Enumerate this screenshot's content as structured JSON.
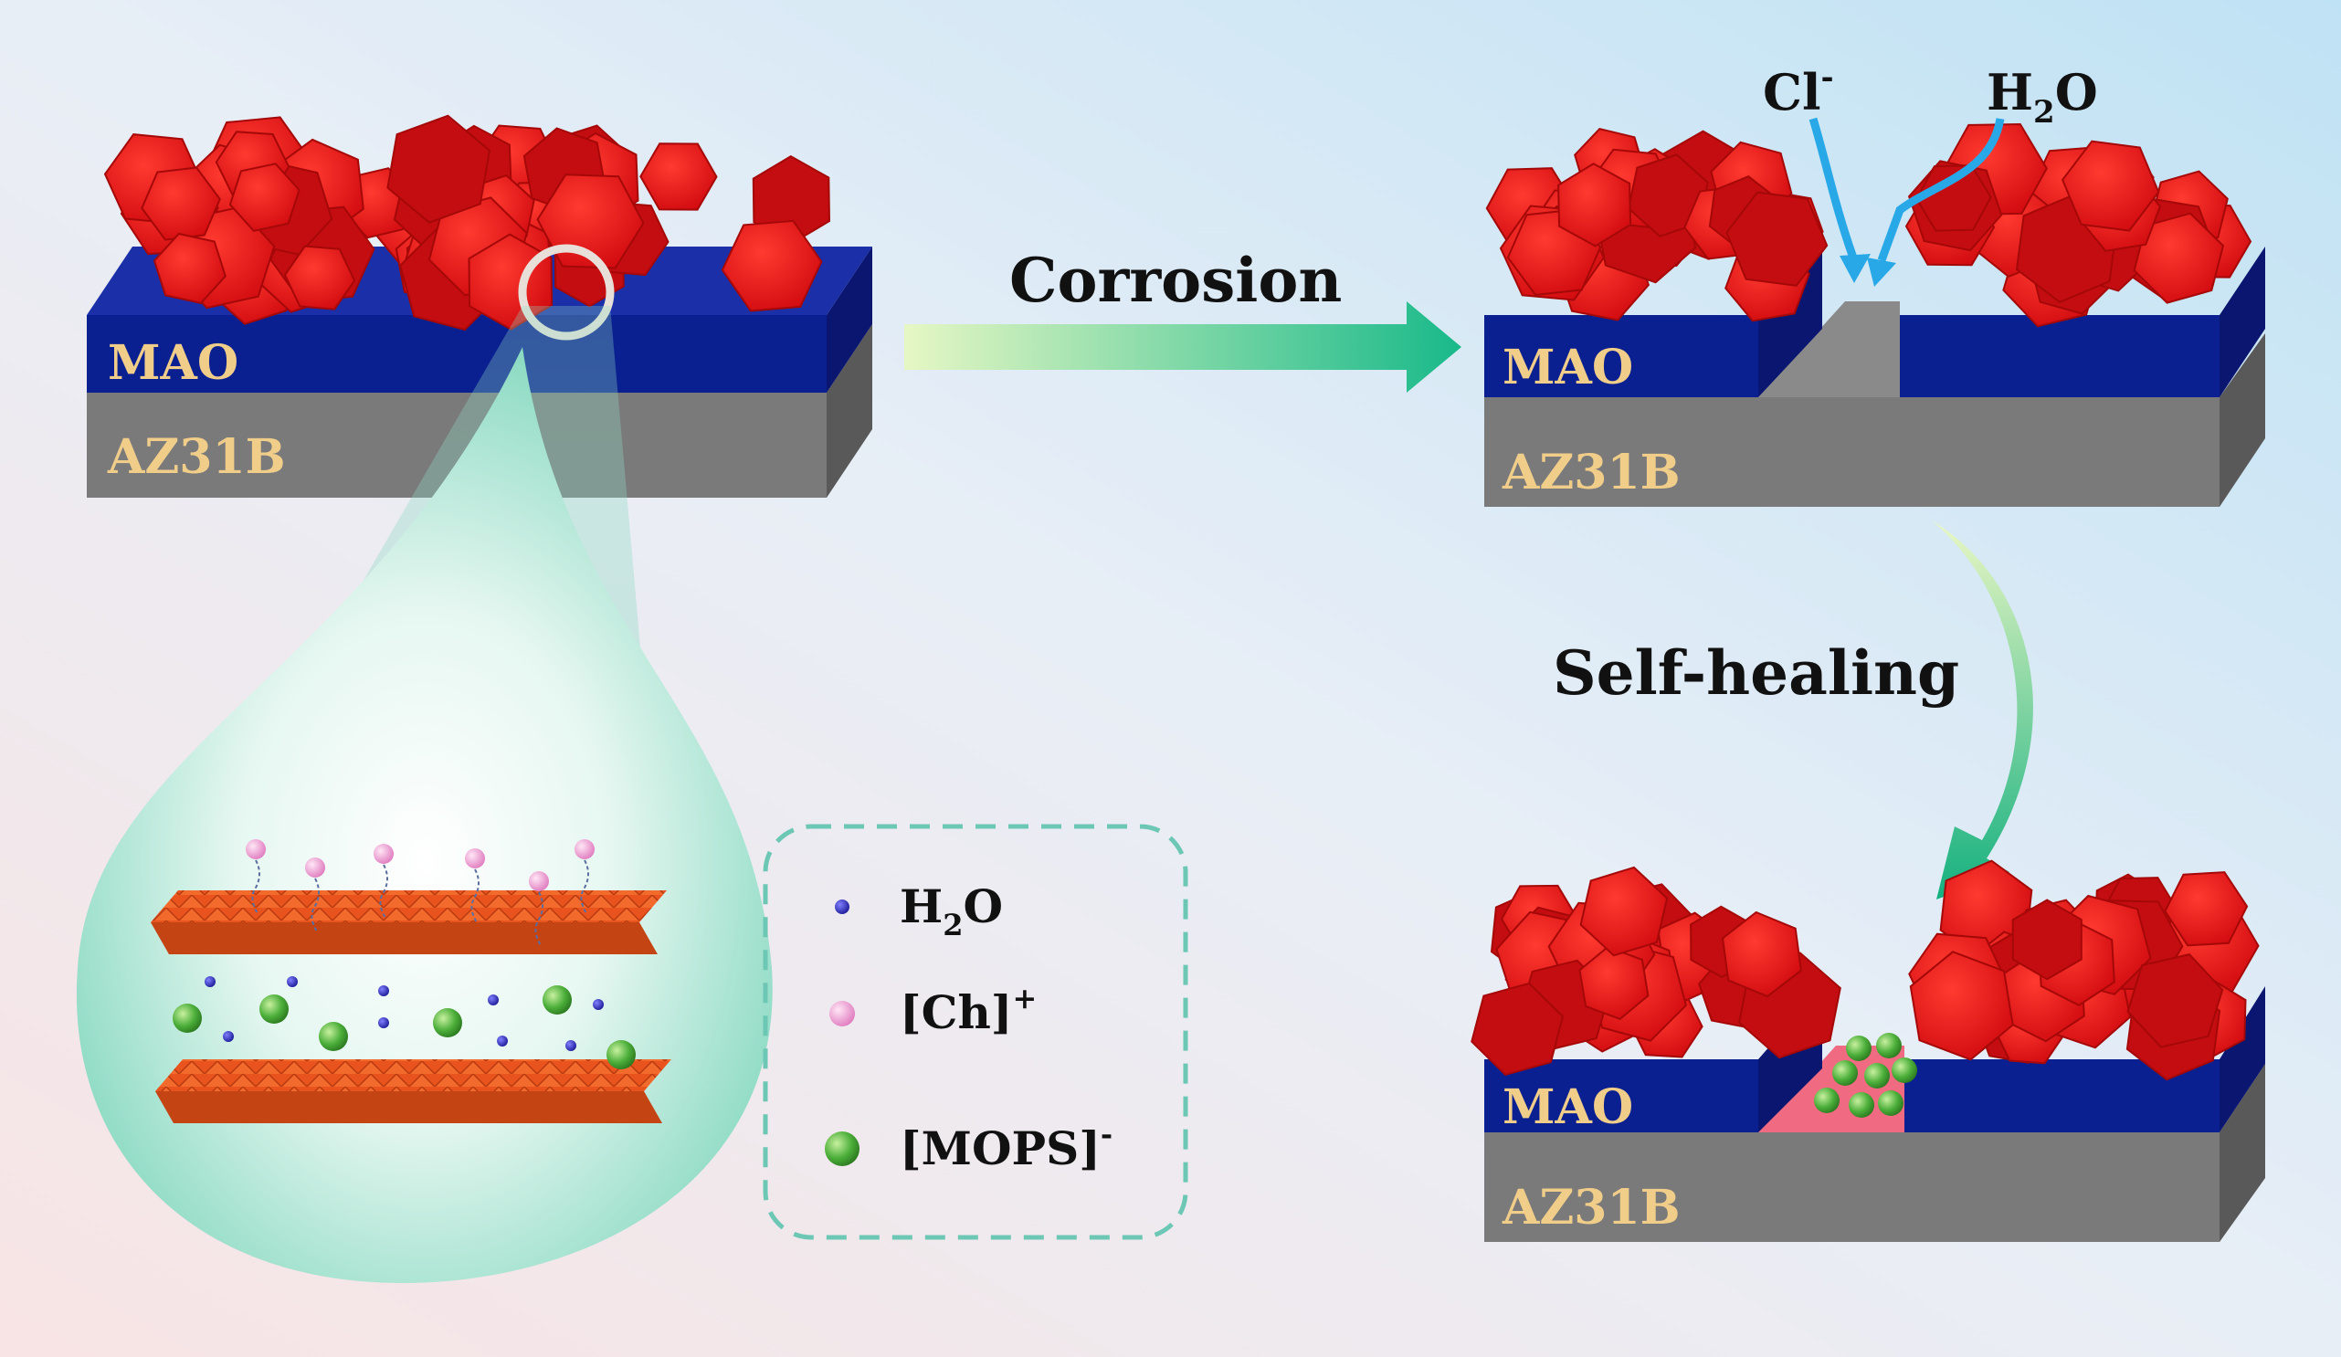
{
  "labels": {
    "mao": "MAO",
    "substrate": "AZ31B",
    "corrosion": "Corrosion",
    "self_healing": "Self-healing"
  },
  "ions": {
    "chloride": {
      "base": "Cl",
      "sup": "-"
    },
    "water": {
      "base": "H",
      "sub": "2",
      "rest": "O"
    }
  },
  "legend": {
    "water": {
      "base": "H",
      "sub": "2",
      "rest": "O"
    },
    "choline": {
      "base": "[Ch]",
      "sup": "+"
    },
    "mops": {
      "base": "[MOPS]",
      "sup": "-"
    }
  },
  "colors": {
    "coating_red": "#e3161a",
    "mao_blue": "#0b1f8f",
    "substrate_gray": "#6b6b6b",
    "label_gold": "#f1cd8a",
    "arrow_green": "#1dbf8c",
    "chloride_arrow": "#29a8e8",
    "legend_water": "#2b2bb0",
    "legend_choline": "#f2a0d6",
    "legend_mops": "#4caf3a",
    "healing_fill": "#f06a82"
  }
}
